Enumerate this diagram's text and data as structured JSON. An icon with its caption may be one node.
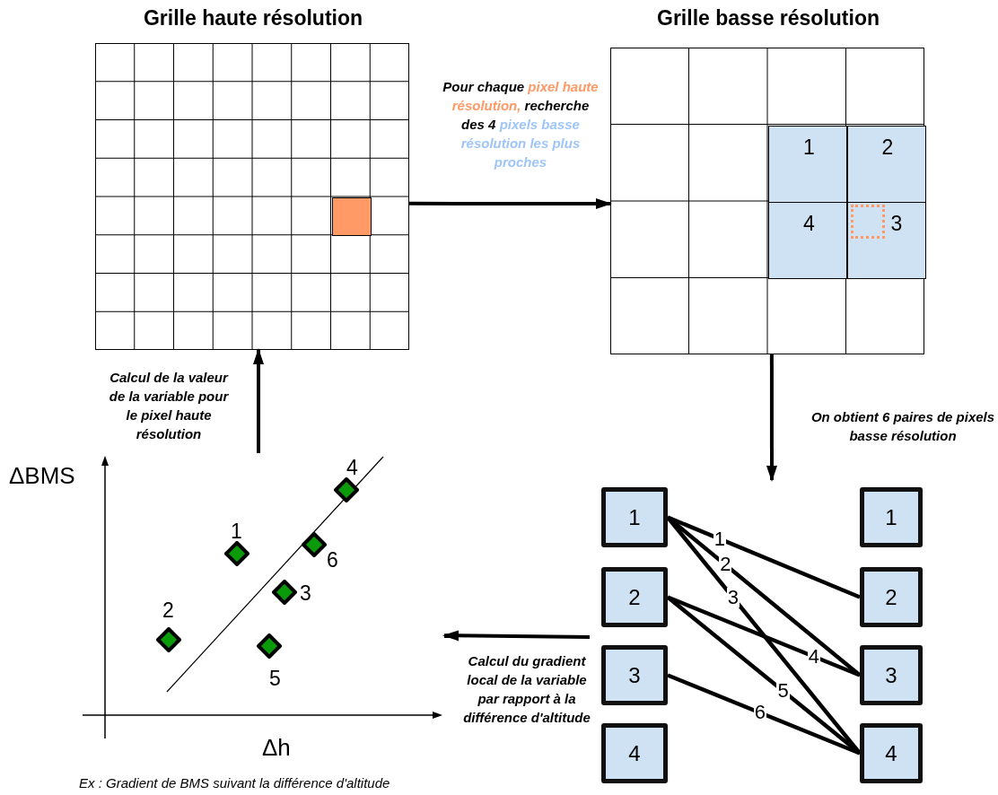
{
  "diagram": {
    "caption": "Ex : Gradient de BMS suivant la différence d'altitude",
    "nodes": [
      {
        "text": [
          "Grille haute résolution"
        ]
      },
      {
        "text": [],
        "shape": "box",
        "in": 0
      },
      {
        "text": [
          "Grille basse résolution"
        ]
      },
      {
        "text": [
          "1"
        ],
        "in": 2
      },
      {
        "text": [
          "2"
        ],
        "in": 2
      },
      {
        "text": [
          "4"
        ],
        "in": 2
      },
      {
        "text": [
          "3"
        ],
        "in": 2
      },
      {
        "text": [
          "1"
        ]
      },
      {
        "text": [
          "1"
        ]
      },
      {
        "text": [
          "2"
        ]
      },
      {
        "text": [
          "2"
        ]
      },
      {
        "text": [
          "3"
        ]
      },
      {
        "text": [
          "3"
        ]
      },
      {
        "text": [
          "4"
        ]
      },
      {
        "text": [
          "4"
        ]
      },
      {
        "text": [],
        "shape": "picture"
      },
      {
        "text": [],
        "shape": "diamond",
        "beside": [
          "4"
        ],
        "in": 15
      },
      {
        "text": [],
        "shape": "diamond",
        "beside": [
          "6"
        ],
        "in": 15
      },
      {
        "text": [],
        "shape": "diamond",
        "beside": [
          "1"
        ],
        "in": 15
      },
      {
        "text": [],
        "shape": "diamond",
        "beside": [
          "3"
        ],
        "in": 15
      },
      {
        "text": [],
        "shape": "diamond",
        "beside": [
          "2"
        ],
        "in": 15
      },
      {
        "text": [],
        "shape": "diamond",
        "beside": [
          "5"
        ],
        "in": 15
      }
    ],
    "edges": [
      {
        "from": 0,
        "to": 2,
        "arrow": "to",
        "label": [
          "Pour chaque",
          "pixel haute résolution,",
          "recherche des 4",
          "pixels basse résolution les plus proches"
        ]
      },
      {
        "from": 2,
        "to": null,
        "arrow": "to",
        "label": "On obtient 6 paires de pixels basse résolution"
      },
      {
        "from": null,
        "to": 15,
        "arrow": "to",
        "label": "Calcul du gradient local de la variable par rapport à la différence d'altitude"
      },
      {
        "from": 15,
        "to": 0,
        "arrow": "to",
        "label": "Calcul de la valeur de la variable pour le pixel haute résolution"
      },
      {
        "from": 7,
        "to": 10,
        "arrow": "none",
        "label": "1"
      },
      {
        "from": 7,
        "to": 12,
        "arrow": "none",
        "label": "2"
      },
      {
        "from": 7,
        "to": 14,
        "arrow": "none",
        "label": "3"
      },
      {
        "from": 9,
        "to": 12,
        "arrow": "none",
        "label": "4"
      },
      {
        "from": 9,
        "to": 14,
        "arrow": "none",
        "label": "5"
      },
      {
        "from": 11,
        "to": 14,
        "arrow": "none",
        "label": "6"
      }
    ],
    "labels": [
      "ΔBMS",
      "Δh"
    ]
  }
}
